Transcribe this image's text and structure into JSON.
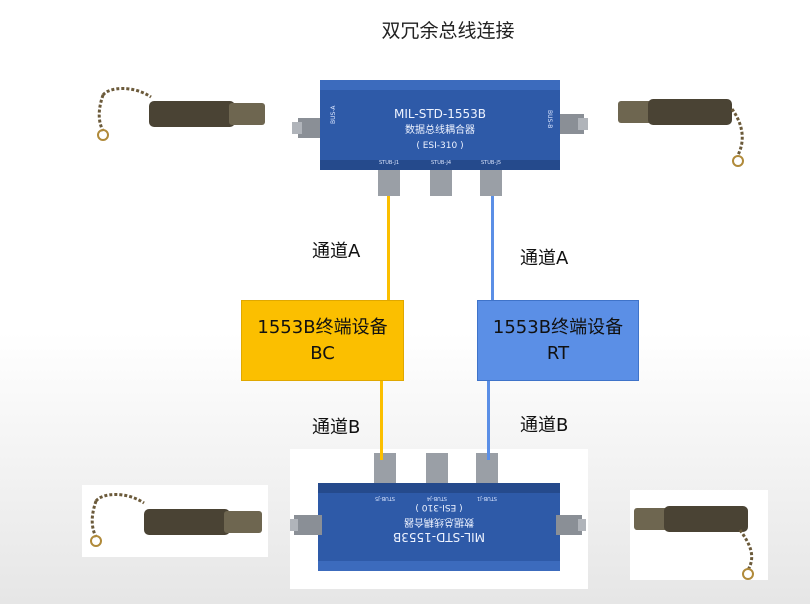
{
  "title": "双冗余总线连接",
  "top_coupler": {
    "model_line1": "MIL-STD-1553B",
    "model_line2": "数据总线耦合器",
    "model_line3": "( ESI-310 )",
    "left_port": "BUS-A",
    "right_port": "BUS-B",
    "stubs": [
      "STUB-J1",
      "STUB-J4",
      "STUB-J5"
    ]
  },
  "bottom_coupler": {
    "model_line1": "MIL-STD-1553B",
    "model_line2": "数据总线耦合器",
    "model_line3": "( ESI-310 )",
    "stubs": [
      "STUB-J5",
      "STUB-J4",
      "STUB-J1"
    ]
  },
  "labels": {
    "top_left": "通道A",
    "top_right": "通道A",
    "bottom_left": "通道B",
    "bottom_right": "通道B"
  },
  "terminals": {
    "bc": {
      "line1": "1553B终端设备",
      "line2": "BC"
    },
    "rt": {
      "line1": "1553B终端设备",
      "line2": "RT"
    }
  },
  "colors": {
    "channel_bc": "#fbbf00",
    "channel_rt": "#5b8fe6",
    "coupler_body": "#2e5aa8"
  }
}
